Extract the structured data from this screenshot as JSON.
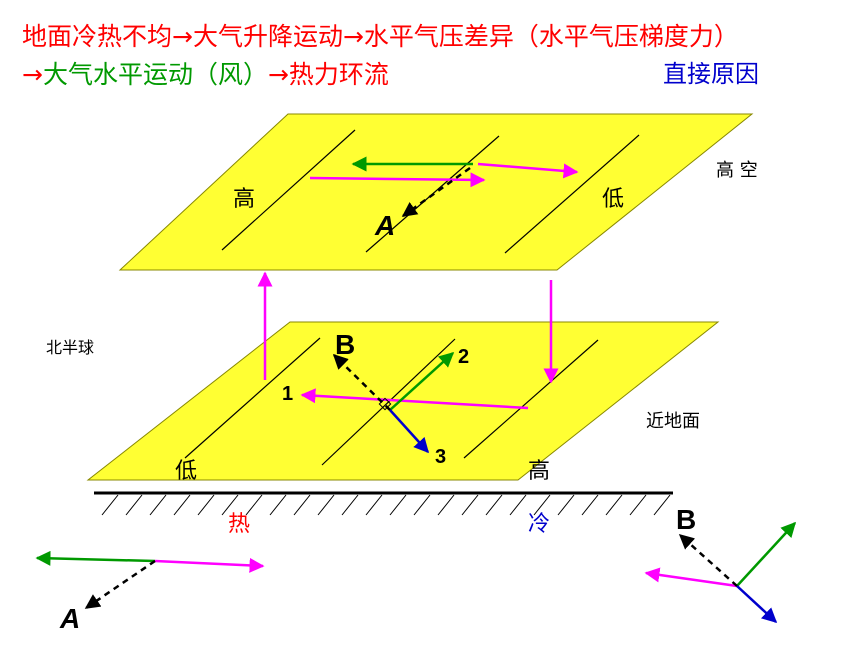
{
  "headline": {
    "line1": "地面冷热不均→大气升降运动→水平气压差异（水平气压梯度力）",
    "line2_prefix": "→",
    "line2_green": "大气水平运动（风）",
    "line2_suffix": "→热力环流",
    "direct_cause": "直接原因"
  },
  "labels": {
    "high_altitude": "高 空",
    "near_ground": "近地面",
    "northern_hemisphere": "北半球",
    "upper_high": "高",
    "upper_low": "低",
    "lower_low": "低",
    "lower_high": "高",
    "hot": "热",
    "cold": "冷",
    "point_a": "A",
    "point_b": "B",
    "arrow_1": "1",
    "arrow_2": "2",
    "arrow_3": "3",
    "corner_a": "A",
    "corner_b": "B"
  },
  "colors": {
    "plane_fill": "#ffff33",
    "pressure_gradient": "#ff00ff",
    "wind": "#009900",
    "friction": "#0000cc",
    "deflection": "#000000",
    "headline": "#ff0000"
  }
}
